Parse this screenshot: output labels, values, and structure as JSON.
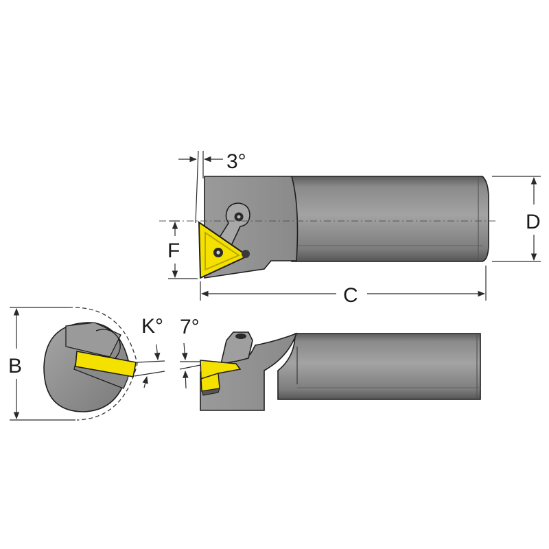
{
  "labels": {
    "angle_clearance": "3°",
    "dim_d": "D",
    "dim_f": "F",
    "dim_c": "C",
    "dim_b": "B",
    "angle_k": "K°",
    "angle_side": "7°"
  },
  "colors": {
    "body_gray": "#8f8f8f",
    "body_dark": "#5e5e5e",
    "insert_yellow": "#f5e100",
    "line": "#1e1e1e"
  }
}
